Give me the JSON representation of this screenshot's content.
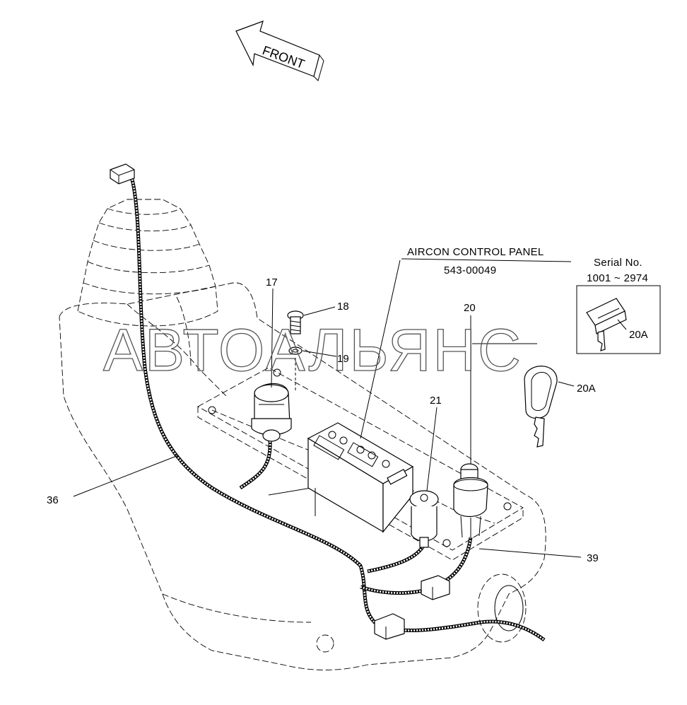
{
  "front_label": "FRONT",
  "watermark": "АВТОАЛЬЯНС",
  "aircon": {
    "title": "AIRCON CONTROL PANEL",
    "part_number": "543-00049"
  },
  "serial": {
    "label": "Serial No.",
    "range": "1001 ~ 2974"
  },
  "callouts": {
    "c17": "17",
    "c18": "18",
    "c19": "19",
    "c20": "20",
    "c20a_box": "20A",
    "c20a": "20A",
    "c21": "21",
    "c36": "36",
    "c39": "39"
  }
}
